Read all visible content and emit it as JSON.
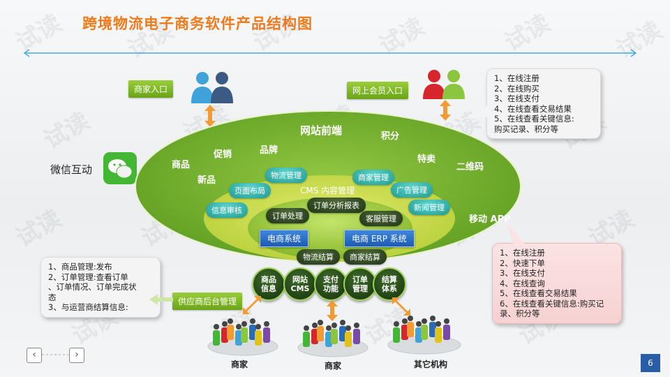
{
  "title": "跨境物流电子商务软件产品结构图",
  "watermark": "试读",
  "entries": {
    "merchant": "商家入口",
    "member": "网上会员入口",
    "supplier": "供应商后台管理"
  },
  "wechat_label": "微信互动",
  "member_callout": [
    "1、在线注册",
    "2、在线购买",
    "3、在线支付",
    "4、在线查看交易结果",
    "5、在线查看关键信息:",
    "购买记录、积分等"
  ],
  "app_callout": [
    "1、在线注册",
    "2、快速下单",
    "3、在线支付",
    "4、在线查询",
    "5、在线查看交易结果",
    "6、在线查看关键信息:购买记",
    "录、积分等"
  ],
  "supplier_callout": [
    "1、商品管理:发布",
    "2、订单管理:查看订单",
    "、订单情况、订单完成状",
    "态",
    "3、与运营商结算信息:"
  ],
  "outer_ring": {
    "title": "网站前端",
    "items": [
      "促销",
      "品牌",
      "积分",
      "商品",
      "特卖",
      "二维码",
      "新品",
      "移动 APP"
    ]
  },
  "cms": {
    "title": "CMS 内容管理",
    "items": [
      "物流管理",
      "商家管理",
      "页面布局",
      "广告管理",
      "信息审核",
      "新闻管理"
    ]
  },
  "inner": {
    "items": [
      "订单处理",
      "订单分析报表",
      "客服管理",
      "物流结算",
      "商家结算"
    ],
    "systems": [
      "电商系统",
      "电商 ERP 系统"
    ]
  },
  "circles": [
    [
      "商品",
      "信息"
    ],
    [
      "网站",
      "CMS"
    ],
    [
      "支付",
      "功能"
    ],
    [
      "订单",
      "管理"
    ],
    [
      "结算",
      "体系"
    ]
  ],
  "bottom": [
    "商家",
    "商家",
    "其它机构"
  ],
  "page_number": "6",
  "colors": {
    "title": "#f07a1a",
    "oval_outer": "#7ab52f",
    "oval_mid": "#c6dc4a",
    "oval_inner": "#a5cf3c",
    "system_blue": "#1c5bb3",
    "page_badge": "#2a5da8"
  }
}
